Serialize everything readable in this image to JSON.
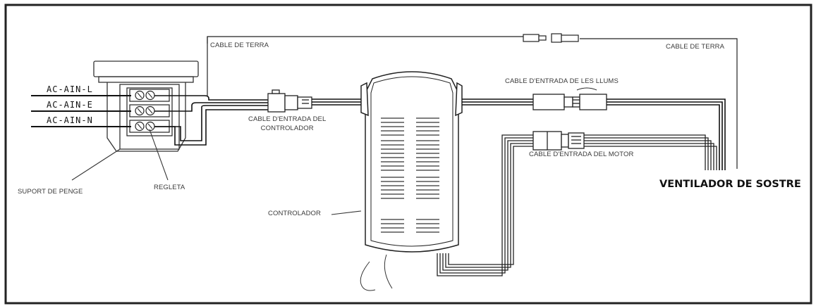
{
  "inputs": {
    "line": "AC-AIN-L",
    "earth": "AC-AIN-E",
    "neutral": "AC-AIN-N"
  },
  "labels": {
    "ground_cable_left": "CABLE DE TERRA",
    "ground_cable_right": "CABLE DE TERRA",
    "controller_input_line1": "CABLE D'ENTRADA DEL",
    "controller_input_line2": "CONTROLADOR",
    "lights_input": "CABLE D'ENTRADA DE LES LLUMS",
    "motor_input": "CABLE D'ENTRADA DEL MOTOR",
    "ceiling_fan": "VENTILADOR DE SOSTRE",
    "controller": "CONTROLADOR",
    "mounting_bracket": "SUPORT DE PENGE",
    "terminal_block": "REGLETA"
  }
}
